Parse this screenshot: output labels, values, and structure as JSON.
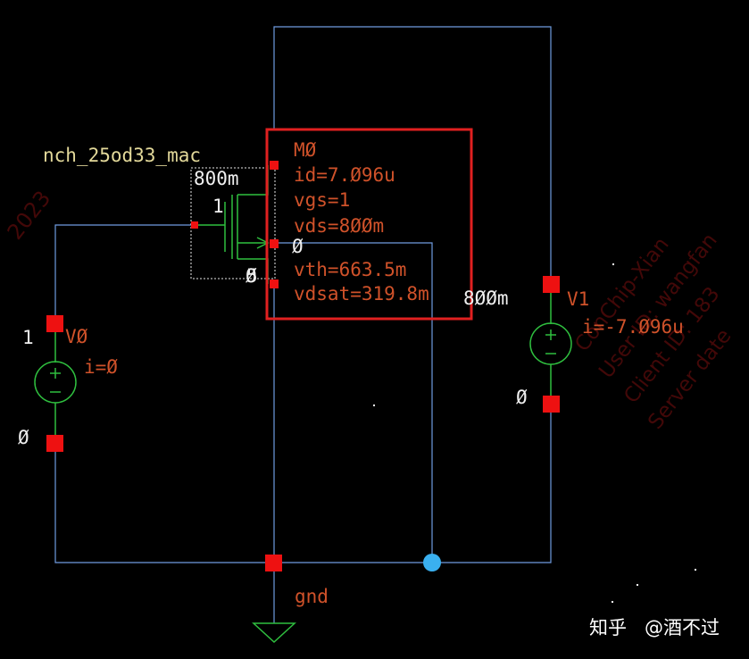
{
  "schematic": {
    "transistor": {
      "model": "nch_25od33_mac",
      "width": "800m",
      "multiplier": "1",
      "bulk_pin": "5",
      "name": "MØ",
      "annotations": {
        "id": "id=7.Ø96u",
        "vgs": "vgs=1",
        "vds": "vds=8ØØm",
        "vth": "vth=663.5m",
        "vdsat": "vdsat=319.8m"
      },
      "drain_net_value": "Ø",
      "source_net_value": "Ø"
    },
    "source_v0": {
      "name": "VØ",
      "current": "i=Ø",
      "top_net_value": "1",
      "bottom_net_value": "Ø"
    },
    "source_v1": {
      "name": "V1",
      "current": "i=-7.Ø96u",
      "top_net_value": "8ØØm",
      "bottom_net_value": "Ø"
    },
    "ground_label": "gnd",
    "highlight_color": "#e02020"
  },
  "watermark": {
    "lines": [
      "ConChip-Xian",
      "User ID: wangfan",
      "Client ID: 183",
      "Server date"
    ],
    "left_fragment": "2023"
  },
  "brand_overlay": {
    "platform": "知乎",
    "author": "@酒不过"
  },
  "colors": {
    "background": "#000000",
    "wire": "#6f9be0",
    "pin": "#ee1111",
    "symbol": "#2fbf3f",
    "text": "#d0522a"
  }
}
